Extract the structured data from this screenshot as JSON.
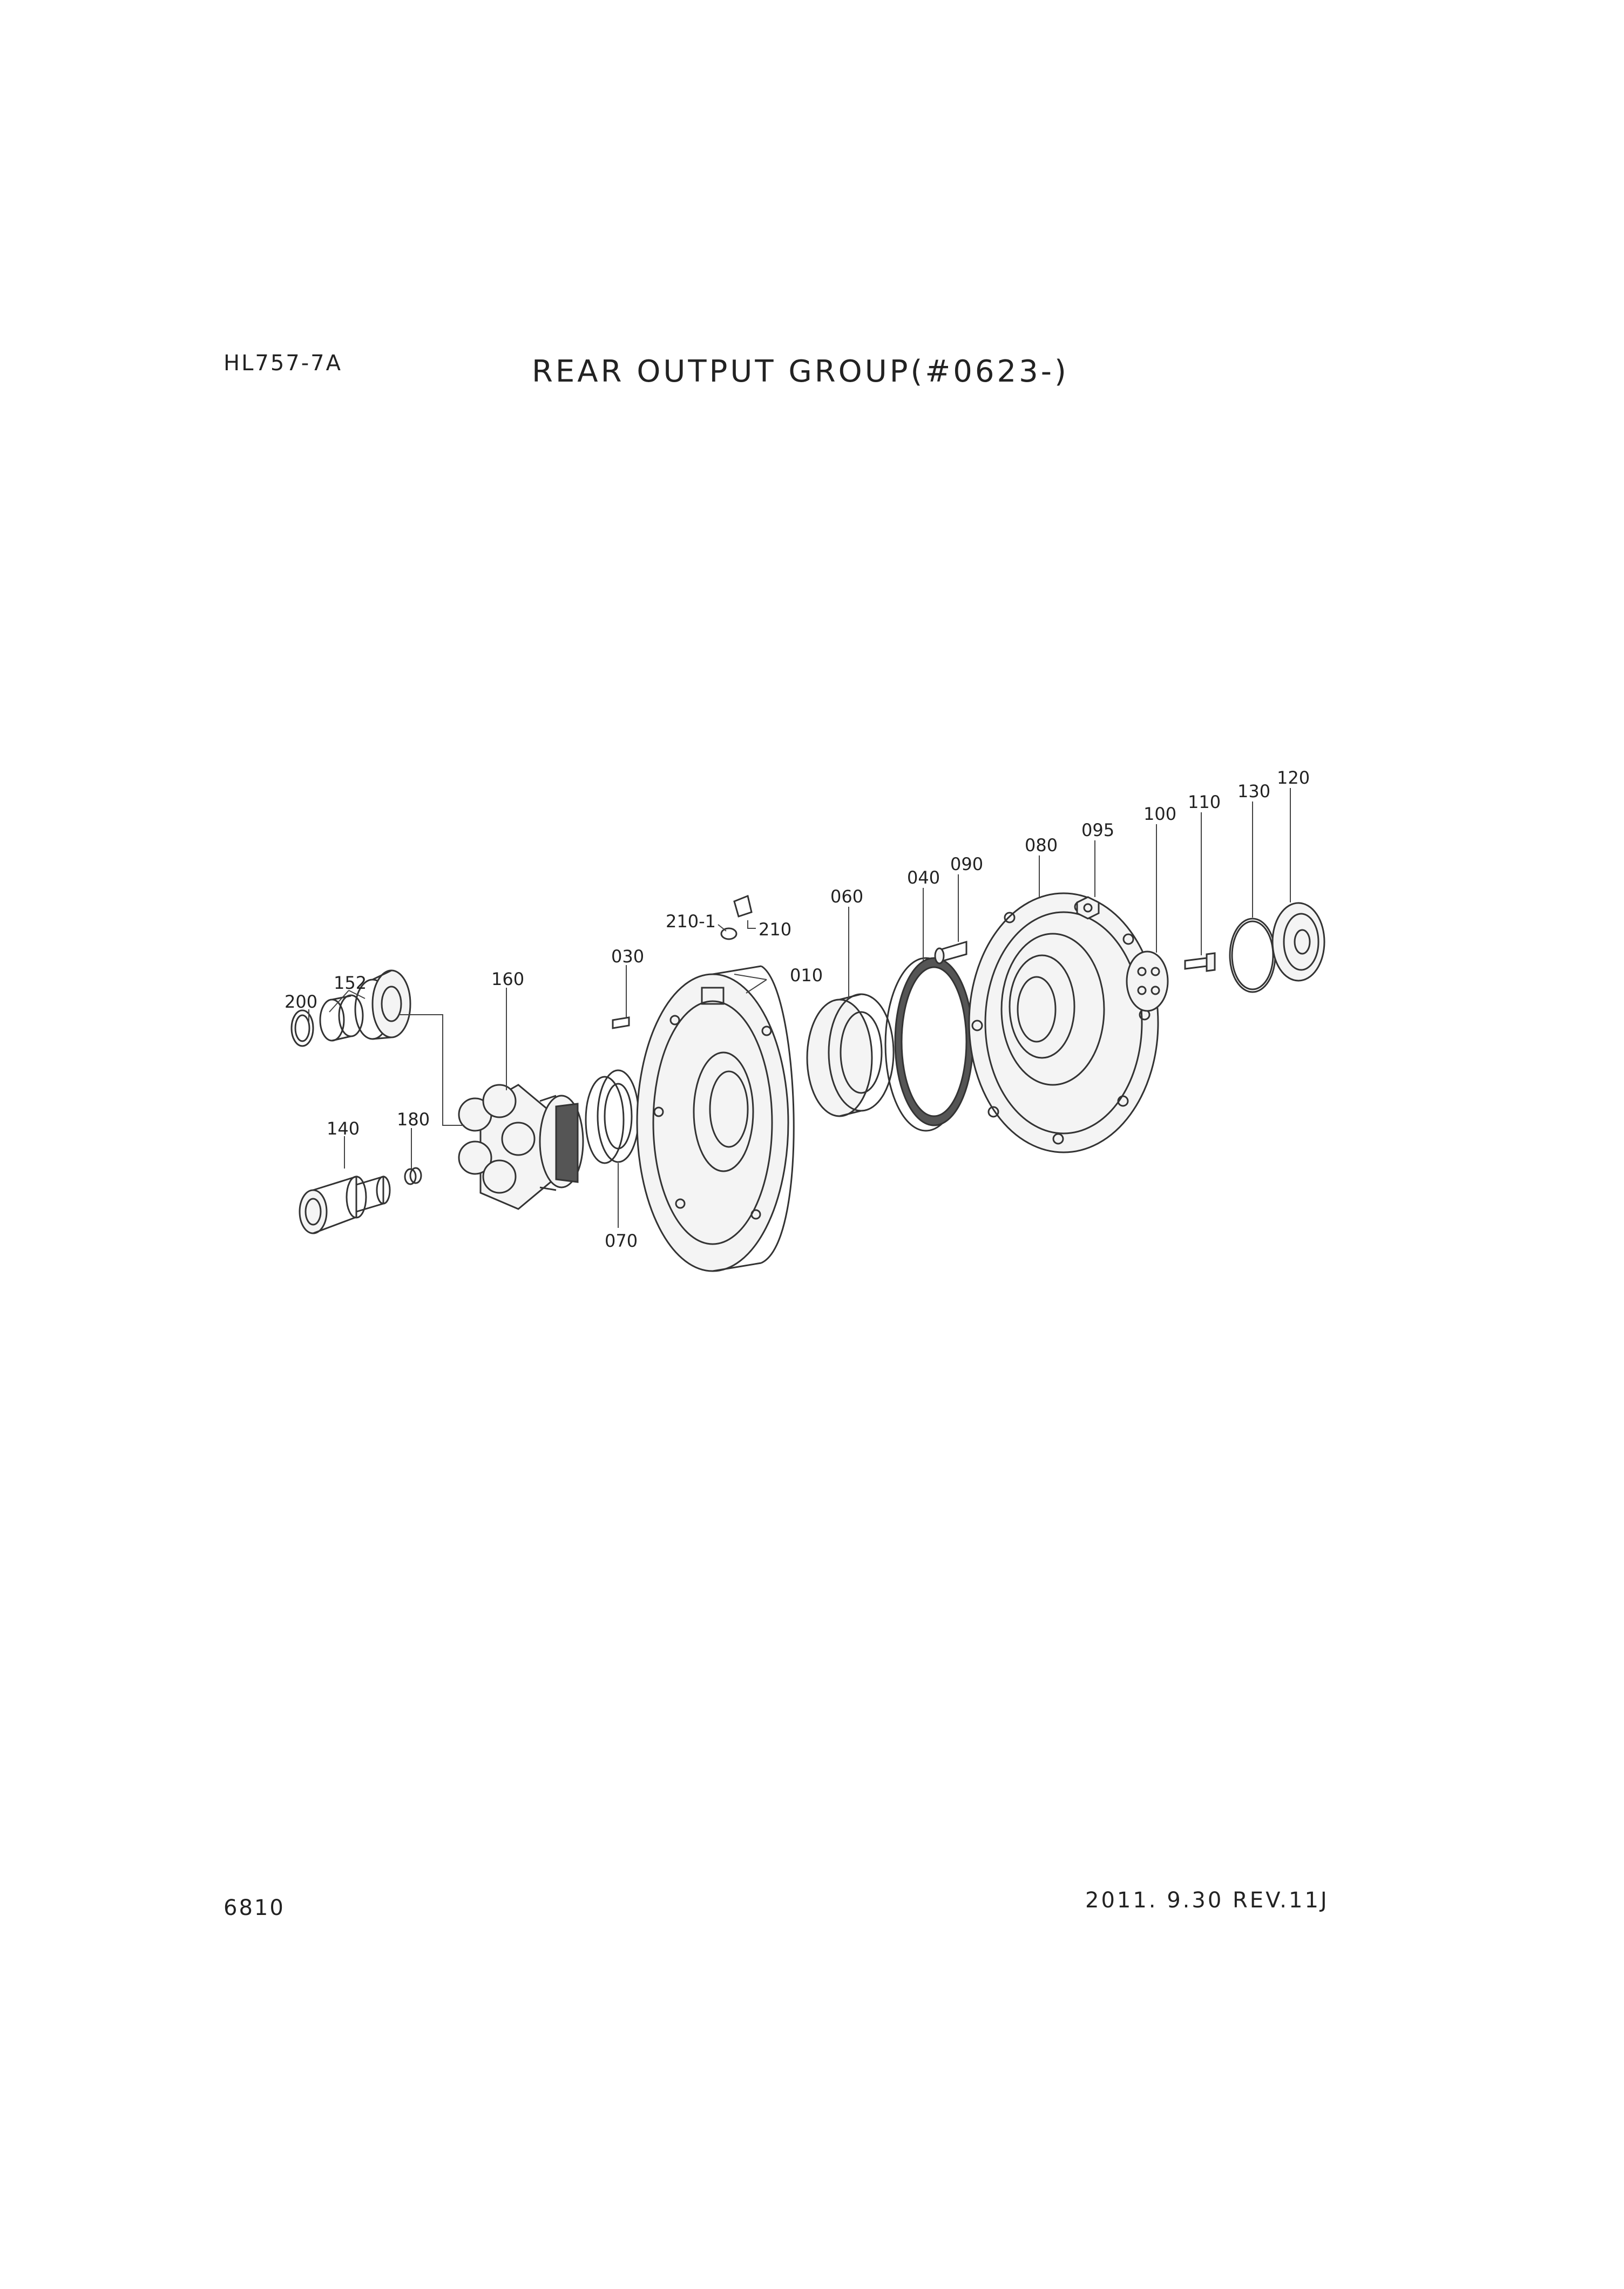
{
  "header": {
    "model": "HL757-7A",
    "title": "REAR OUTPUT GROUP(#0623-)"
  },
  "footer": {
    "page_number": "6810",
    "revision": "2011. 9.30  REV.11J"
  },
  "diagram": {
    "part_labels": {
      "p010": "010",
      "p030": "030",
      "p040": "040",
      "p060": "060",
      "p070": "070",
      "p080": "080",
      "p090": "090",
      "p095": "095",
      "p100": "100",
      "p110": "110",
      "p120": "120",
      "p130": "130",
      "p140": "140",
      "p152": "152",
      "p160": "160",
      "p180": "180",
      "p200": "200",
      "p210": "210",
      "p210_1": "210-1"
    }
  }
}
